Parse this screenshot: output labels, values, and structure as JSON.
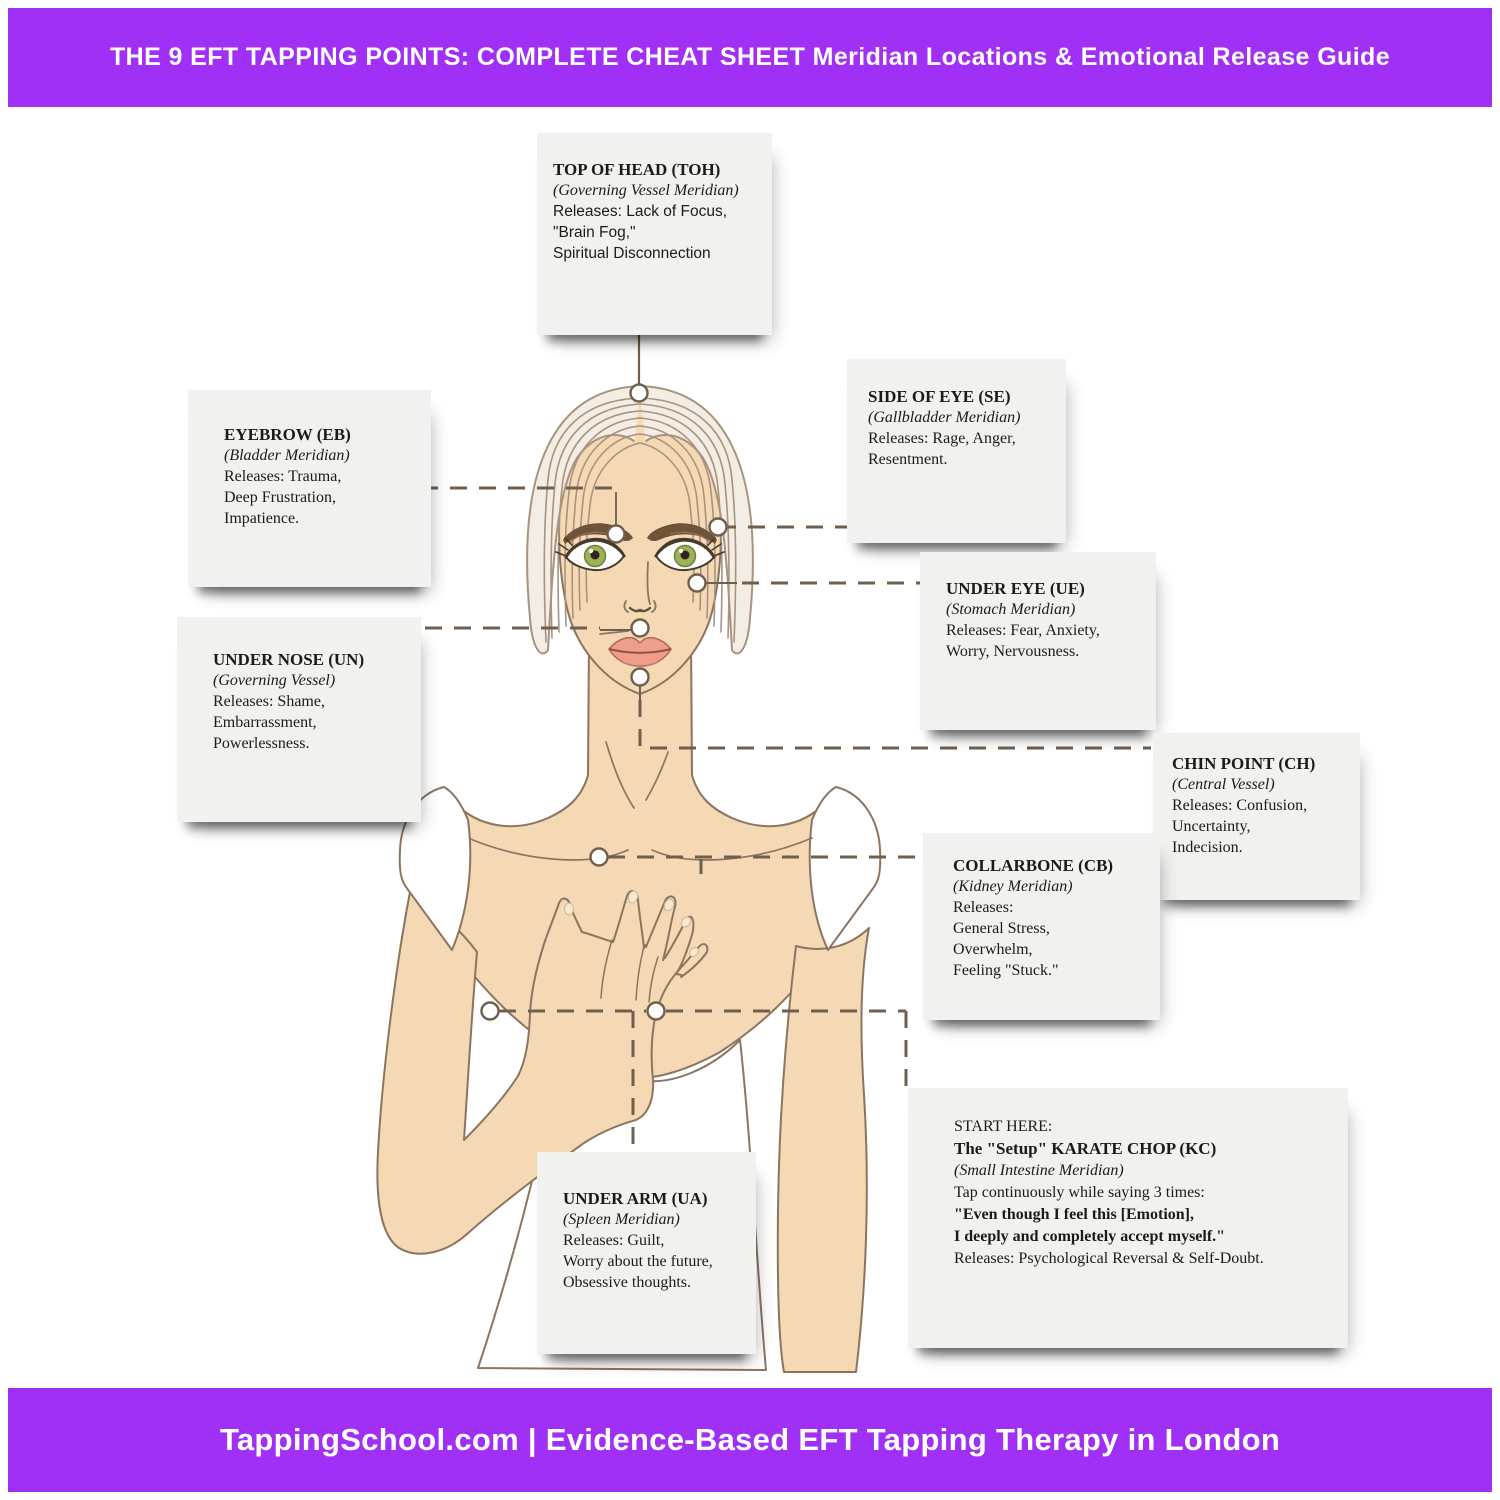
{
  "header": {
    "title": "THE 9 EFT TAPPING POINTS: COMPLETE CHEAT SHEET Meridian Locations & Emotional Release Guide"
  },
  "footer": {
    "text": "TappingSchool.com | Evidence-Based EFT Tapping Therapy in London"
  },
  "colors": {
    "accent_purple": "#A030F5",
    "callout_box_bg": "#F1F1EF",
    "skin": "#F5D9B4",
    "illustration_outline": "#8B7560",
    "connector": "#6F5F4D",
    "text": "#1D1B18"
  },
  "points": [
    {
      "id": "TOH",
      "title": "TOP OF HEAD (TOH)",
      "meridian": "(Governing Vessel Meridian)",
      "lines": [
        "Releases: Lack of Focus,",
        "\"Brain Fog,\"",
        "Spiritual Disconnection"
      ]
    },
    {
      "id": "EB",
      "title": "EYEBROW (EB)",
      "meridian": "(Bladder Meridian)",
      "lines": [
        "Releases: Trauma,",
        "Deep Frustration,",
        "Impatience."
      ]
    },
    {
      "id": "SE",
      "title": "SIDE OF EYE (SE)",
      "meridian": "(Gallbladder Meridian)",
      "lines": [
        "Releases: Rage, Anger,",
        "Resentment."
      ]
    },
    {
      "id": "UE",
      "title": "UNDER EYE (UE)",
      "meridian": "(Stomach Meridian)",
      "lines": [
        "Releases: Fear, Anxiety,",
        "Worry, Nervousness."
      ]
    },
    {
      "id": "UN",
      "title": "UNDER NOSE (UN)",
      "meridian": "(Governing Vessel)",
      "lines": [
        "Releases: Shame,",
        "Embarrassment,",
        "Powerlessness."
      ]
    },
    {
      "id": "CH",
      "title": "CHIN POINT (CH)",
      "meridian": "(Central Vessel)",
      "lines": [
        "Releases: Confusion,",
        "Uncertainty,",
        "Indecision."
      ]
    },
    {
      "id": "CB",
      "title": "COLLARBONE (CB)",
      "meridian": "(Kidney Meridian)",
      "lines": [
        "Releases:",
        "General Stress,",
        "Overwhelm,",
        "Feeling \"Stuck.\""
      ]
    },
    {
      "id": "UA",
      "title": "UNDER ARM (UA)",
      "meridian": "(Spleen Meridian)",
      "lines": [
        "Releases: Guilt,",
        "Worry about the future,",
        "Obsessive thoughts."
      ]
    },
    {
      "id": "KC",
      "intro": "START HERE:",
      "title": "The \"Setup\" KARATE CHOP (KC)",
      "meridian": "(Small Intestine Meridian)",
      "lines": [
        "Tap continuously while saying 3 times:",
        "\"Even though I feel this [Emotion],",
        "I deeply and completely accept myself.\"",
        "Releases: Psychological Reversal & Self-Doubt."
      ]
    }
  ]
}
